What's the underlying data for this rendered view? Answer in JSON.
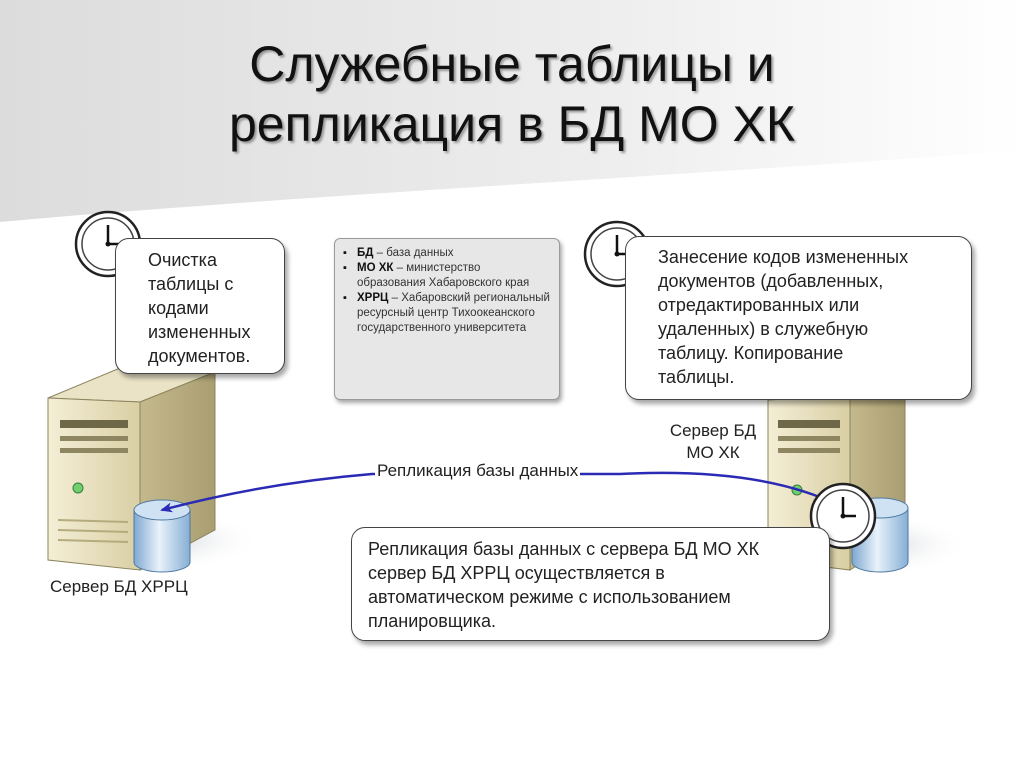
{
  "title": {
    "line1": "Служебные таблицы и",
    "line2": "репликация в БД МО ХК"
  },
  "callouts": {
    "cleanup": [
      "Очистка",
      "таблицы с",
      "кодами",
      "измененных",
      "документов."
    ],
    "record": [
      "Занесение кодов измененных",
      "документов (добавленных,",
      "отредактированных или",
      "удаленных) в служебную",
      "таблицу. Копирование",
      "таблицы."
    ],
    "replication": [
      "Репликация базы данных с сервера БД МО ХК",
      "сервер БД ХРРЦ осуществляется в",
      "автоматическом режиме с использованием",
      "планировщика."
    ]
  },
  "legend": [
    {
      "term": "БД",
      "text": "– база данных"
    },
    {
      "term": "МО ХК",
      "text": "– министерство образования Хабаровского края"
    },
    {
      "term": "ХРРЦ",
      "text": "– Хабаровский региональный ресурсный центр Тихоокеанского государственного университета"
    }
  ],
  "servers": {
    "left_label": "Сервер БД ХРРЦ",
    "right_label_line1": "Сервер БД",
    "right_label_line2": "МО ХК"
  },
  "arrow_label": "Репликация базы данных",
  "icons": [
    "clock-icon",
    "server-icon",
    "database-icon"
  ],
  "colors": {
    "arrow": "#2a2ab4",
    "server_body": "#e6dcb6",
    "database": "#a9c9e6"
  }
}
